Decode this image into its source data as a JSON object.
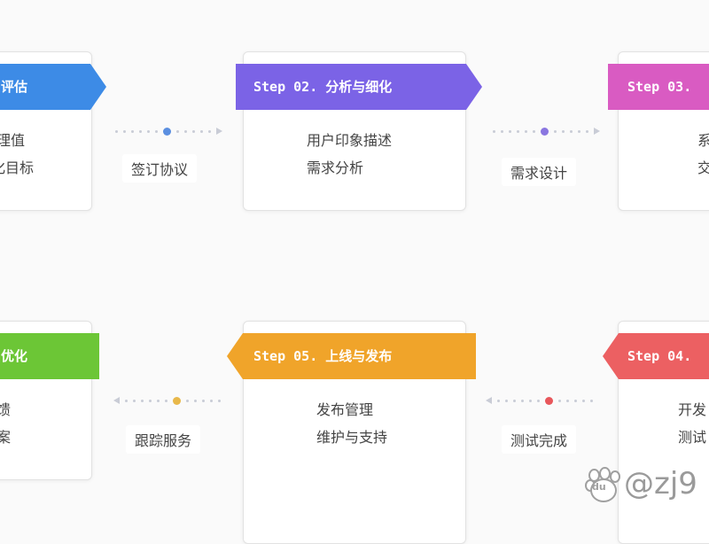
{
  "steps": [
    {
      "id": "s1",
      "title": "与评估",
      "items": [
        "理值",
        "化目标"
      ],
      "color": "#3d8be6"
    },
    {
      "id": "s2",
      "title": "Step 02. 分析与细化",
      "items": [
        "用户印象描述",
        "需求分析"
      ],
      "color": "#7b63e6"
    },
    {
      "id": "s3",
      "title": "Step 03.",
      "items": [
        "系",
        "交"
      ],
      "color": "#d95bc2"
    },
    {
      "id": "s4",
      "title": "Step 04.",
      "items": [
        "开发",
        "测试"
      ],
      "color": "#ec6062"
    },
    {
      "id": "s5",
      "title": "Step 05. 上线与发布",
      "items": [
        "发布管理",
        "维护与支持"
      ],
      "color": "#f0a42a"
    },
    {
      "id": "s6",
      "title": "与优化",
      "items": [
        "馈",
        "案"
      ],
      "color": "#6cc636"
    }
  ],
  "connectors": [
    {
      "label": "签订协议",
      "dot_color": "#5b8fe0"
    },
    {
      "label": "需求设计",
      "dot_color": "#8a76e0"
    },
    {
      "label": "跟踪服务",
      "dot_color": "#e8b84a"
    },
    {
      "label": "测试完成",
      "dot_color": "#e8575b"
    }
  ],
  "watermark": {
    "text": "@zj9",
    "logo_text": "du"
  }
}
